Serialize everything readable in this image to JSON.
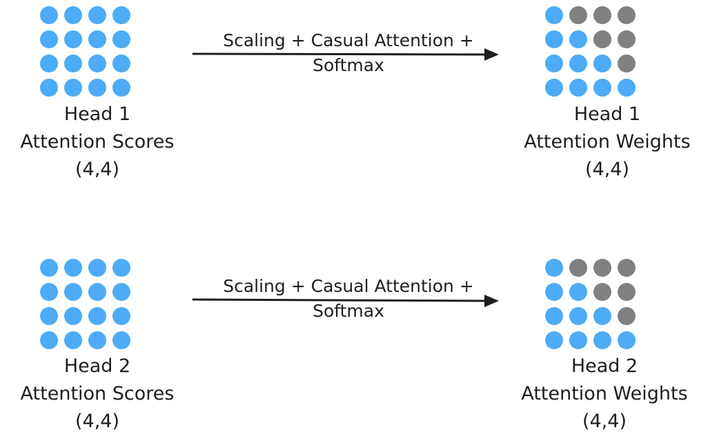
{
  "colors": {
    "active": "#4dabf7",
    "masked": "#808080",
    "ink": "#1e1e1e"
  },
  "rows": [
    {
      "scores": {
        "line1": "Head 1",
        "line2": "Attention Scores",
        "line3": "(4,4)",
        "pattern": [
          [
            1,
            1,
            1,
            1
          ],
          [
            1,
            1,
            1,
            1
          ],
          [
            1,
            1,
            1,
            1
          ],
          [
            1,
            1,
            1,
            1
          ]
        ]
      },
      "arrow": {
        "line1": "Scaling + Casual Attention +",
        "line2": "Softmax"
      },
      "weights": {
        "line1": "Head 1",
        "line2": "Attention Weights",
        "line3": "(4,4)",
        "pattern": [
          [
            1,
            0,
            0,
            0
          ],
          [
            1,
            1,
            0,
            0
          ],
          [
            1,
            1,
            1,
            0
          ],
          [
            1,
            1,
            1,
            1
          ]
        ]
      }
    },
    {
      "scores": {
        "line1": "Head 2",
        "line2": "Attention Scores",
        "line3": "(4,4)",
        "pattern": [
          [
            1,
            1,
            1,
            1
          ],
          [
            1,
            1,
            1,
            1
          ],
          [
            1,
            1,
            1,
            1
          ],
          [
            1,
            1,
            1,
            1
          ]
        ]
      },
      "arrow": {
        "line1": "Scaling + Casual Attention +",
        "line2": "Softmax"
      },
      "weights": {
        "line1": "Head 2",
        "line2": "Attention Weights",
        "line3": "(4,4)",
        "pattern": [
          [
            1,
            0,
            0,
            0
          ],
          [
            1,
            1,
            0,
            0
          ],
          [
            1,
            1,
            1,
            0
          ],
          [
            1,
            1,
            1,
            1
          ]
        ]
      }
    }
  ]
}
